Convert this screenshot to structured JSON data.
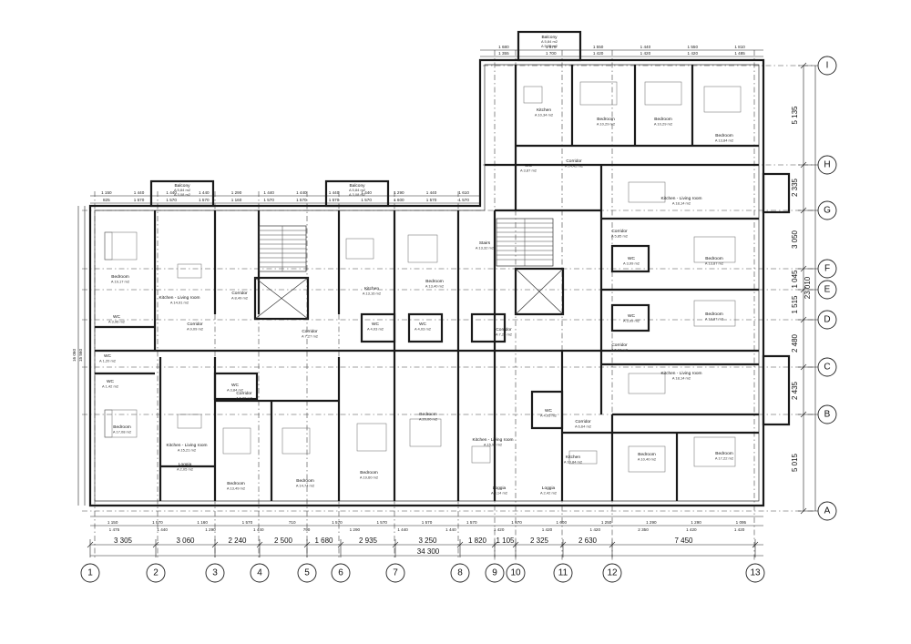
{
  "total_width_label": "34 300",
  "total_height_label": "23 010",
  "left_height_labels": [
    "16 060",
    "15 560"
  ],
  "column_axes": [
    "1",
    "2",
    "3",
    "4",
    "5",
    "6",
    "7",
    "8",
    "9",
    "10",
    "11",
    "12",
    "13"
  ],
  "row_axes": [
    "I",
    "H",
    "G",
    "F",
    "E",
    "D",
    "C",
    "B",
    "A"
  ],
  "bottom_spans": [
    "3 305",
    "3 060",
    "2 240",
    "2 500",
    "1 680",
    "2 935",
    "3 250",
    "1 820",
    "1 105",
    "2 325",
    "2 630",
    "7 450"
  ],
  "right_spans": [
    "5 135",
    "2 335",
    "3 050",
    "1 045",
    "1 515",
    "2 480",
    "2 435",
    "5 015"
  ],
  "bottom_row1": [
    "1 150",
    "1 570",
    "1 160",
    "1 570",
    "710",
    "1 570",
    "1 570",
    "1 570",
    "1 570",
    "1 570",
    "1 600",
    "1 250",
    "1 290",
    "1 290",
    "1 095"
  ],
  "bottom_row2": [
    "1 475",
    "1 440",
    "1 290",
    "1 440",
    "790",
    "1 290",
    "1 440",
    "1 440",
    "1 420",
    "1 420",
    "1 420",
    "2 350",
    "1 420",
    "1 420"
  ],
  "top_row1": [
    "1 150",
    "1 440",
    "1 440",
    "1 440",
    "1 290",
    "1 440",
    "1 440",
    "1 440",
    "1 440",
    "1 290",
    "1 440",
    "1 610"
  ],
  "top_row2": [
    "825",
    "1 570",
    "1 570",
    "1 570",
    "1 160",
    "1 570",
    "1 570",
    "1 570",
    "1 570",
    "1 600",
    "1 570",
    "1 570"
  ],
  "ne_top_row1": [
    "1 680",
    "1 570",
    "1 550",
    "1 440",
    "1 550",
    "1 810"
  ],
  "ne_top_row2": [
    "1 355",
    "1 700",
    "1 420",
    "1 420",
    "1 420",
    "1 485"
  ],
  "balconies": [
    {
      "label": "Balcony",
      "area": "A 5,84 m2",
      "area2": "A 3,08 m2"
    },
    {
      "label": "Balcony",
      "area": "A 5,84 m2",
      "area2": "A 3,08 m2"
    },
    {
      "label": "Balcony",
      "area": "A 5,84 m2",
      "area2": "A 5,05 m2"
    }
  ],
  "rooms": [
    {
      "label": "Kitchen",
      "area": "A 10,34 m2"
    },
    {
      "label": "Bedroom",
      "area": "A 10,29 m2"
    },
    {
      "label": "Bedroom",
      "area": "A 10,29 m2"
    },
    {
      "label": "Bedroom",
      "area": "A 13,84 m2"
    },
    {
      "label": "Corridor",
      "area": "A 14,42 m2"
    },
    {
      "label": "Kitchen - Living room",
      "area": "A 18,14 m2"
    },
    {
      "label": "Bedroom",
      "area": "A 13,87 m2"
    },
    {
      "label": "Bedroom",
      "area": "A 13,87 m2"
    },
    {
      "label": "Kitchen - Living room",
      "area": "A 18,14 m2"
    },
    {
      "label": "Bedroom",
      "area": "A 17,22 m2"
    },
    {
      "label": "Bedroom",
      "area": "A 10,40 m2"
    },
    {
      "label": "Kitchen",
      "area": "A 10,84 m2"
    },
    {
      "label": "Loggia",
      "area": "A 2,42 m2"
    },
    {
      "label": "Loggia",
      "area": "A 3,14 m2"
    },
    {
      "label": "Kitchen - Living room",
      "area": "A 15,99 m2"
    },
    {
      "label": "Bedroom",
      "area": "A 20,00 m2"
    },
    {
      "label": "Bedroom",
      "area": "A 19,60 m2"
    },
    {
      "label": "Bedroom",
      "area": "A 14,74 m2"
    },
    {
      "label": "Bedroom",
      "area": "A 13,49 m2"
    },
    {
      "label": "Kitchen - Living room",
      "area": "A 15,21 m2"
    },
    {
      "label": "Loggia",
      "area": "A 2,05 m2"
    },
    {
      "label": "Bedroom",
      "area": "A 17,08 m2"
    },
    {
      "label": "Bedroom",
      "area": "A 19,17 m2"
    },
    {
      "label": "Kitchen - Living room",
      "area": "A 14,91 m2"
    },
    {
      "label": "Corridor",
      "area": "A 9,09 m2"
    },
    {
      "label": "Corridor",
      "area": "A 8,49 m2"
    },
    {
      "label": "Kitchen",
      "area": "A 13,16 m2"
    },
    {
      "label": "Corridor",
      "area": "A 7,27 m2"
    },
    {
      "label": "Bedroom",
      "area": "A 13,40 m2"
    },
    {
      "label": "Stairs",
      "area": "A 13,32 m2"
    },
    {
      "label": "Corridor",
      "area": "A 7,25 m2"
    },
    {
      "label": "Corridor",
      "area": "A 6,30 m2"
    },
    {
      "label": "Corridor",
      "area": "A 5,85 m2"
    },
    {
      "label": "Corridor",
      "area": "A 5,97 m2"
    },
    {
      "label": "Corridor",
      "area": "A 6,64 m2"
    }
  ],
  "wcs": [
    {
      "label": "WC",
      "area": "A 4,03 m2"
    },
    {
      "label": "WC",
      "area": "A 4,03 m2"
    },
    {
      "label": "WC",
      "area": "A 3,84 m2"
    },
    {
      "label": "WC",
      "area": "A 3,99 m2"
    },
    {
      "label": "WC",
      "area": "A 3,99 m2"
    },
    {
      "label": "WC",
      "area": "A 4,05 m2"
    },
    {
      "label": "WC",
      "area": "A 1,20 m2"
    },
    {
      "label": "WC",
      "area": "A 1,42 m2"
    },
    {
      "label": "WC",
      "area": "A 3,87 m2"
    },
    {
      "label": "WC",
      "area": "A 3,96 m2"
    }
  ]
}
